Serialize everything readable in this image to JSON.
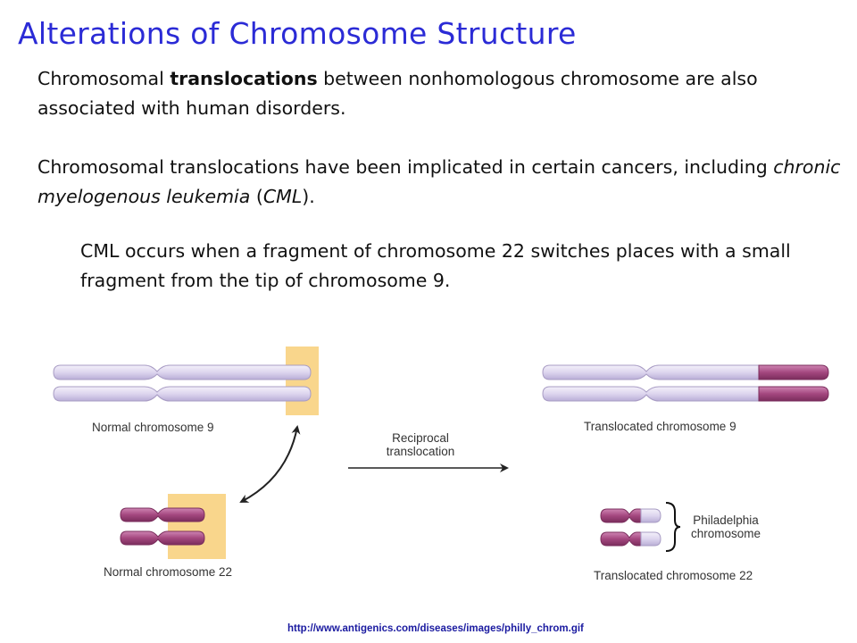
{
  "slide": {
    "title": "Alterations of Chromosome Structure",
    "paragraph1": {
      "before": "Chromosomal ",
      "bold": "translocations",
      "after": " between nonhomologous chromosome are also associated with human disorders."
    },
    "paragraph2": {
      "before": "Chromosomal translocations have been implicated in certain cancers, including ",
      "italic": "chronic myelogenous leukemia",
      "middle": " (",
      "italic2": "CML",
      "after": ")."
    },
    "paragraph3": "CML occurs when a fragment of chromosome 22 switches places with a small fragment from the tip of chromosome 9."
  },
  "diagram": {
    "normal_chr9_label": "Normal chromosome 9",
    "normal_chr22_label": "Normal chromosome 22",
    "arrow_label_line1": "Reciprocal",
    "arrow_label_line2": "translocation",
    "translocated_chr9_label": "Translocated chromosome 9",
    "translocated_chr22_label": "Translocated chromosome 22",
    "philadelphia_line1": "Philadelphia",
    "philadelphia_line2": "chromosome",
    "colors": {
      "chr9": "#ddd5ee",
      "chr9_edge": "#a89cc4",
      "chr22": "#a4477f",
      "chr22_edge": "#7a2d5c",
      "highlight": "#f9d68c"
    }
  },
  "source_url": "http://www.antigenics.com/diseases/images/philly_chrom.gif"
}
